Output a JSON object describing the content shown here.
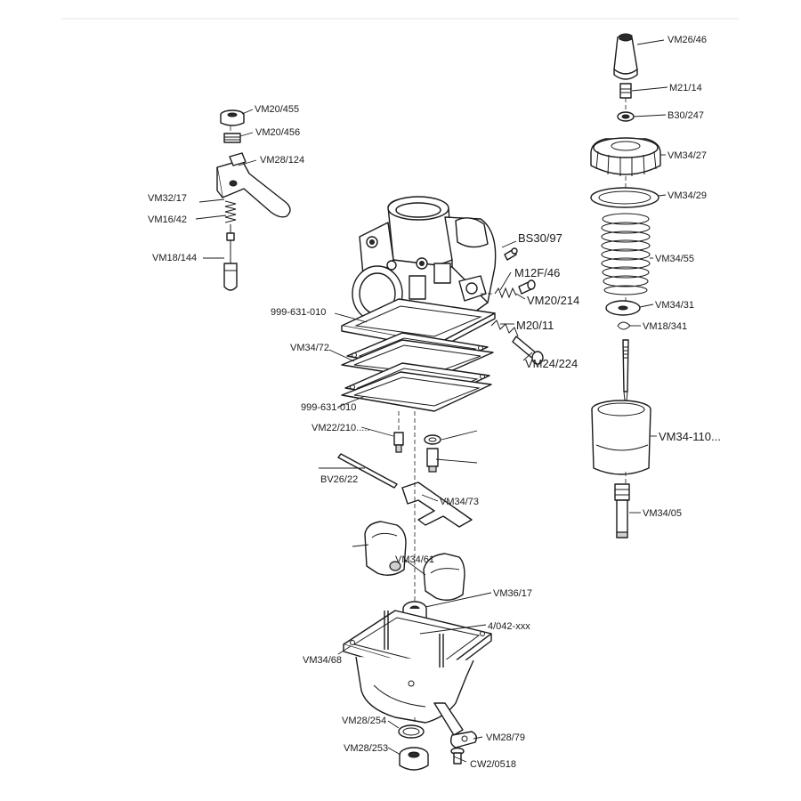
{
  "labels": {
    "vm20_455": "VM20/455",
    "vm20_456": "VM20/456",
    "vm28_124": "VM28/124",
    "vm32_17": "VM32/17",
    "vm16_42": "VM16/42",
    "vm18_144": "VM18/144",
    "bs30_97": "BS30/97",
    "m12f_46": "M12F/46",
    "vm20_214": "VM20/214",
    "m20_11": "M20/11",
    "vm24_224": "VM24/224",
    "gasket_top": "999-631-010",
    "vm34_72": "VM34/72",
    "gasket_bottom": "999-631-010",
    "vm22_210": "VM22/210.....",
    "bv26_22": "BV26/22",
    "vm34_73": "VM34/73",
    "vm34_61": "VM34/61",
    "vm36_17": "VM36/17",
    "n4_042": "4/042-xxx",
    "vm34_68": "VM34/68",
    "vm28_254": "VM28/254",
    "vm28_253": "VM28/253",
    "vm28_79": "VM28/79",
    "cw2_0518": "CW2/0518",
    "vm26_46": "VM26/46",
    "m21_14": "M21/14",
    "b30_247": "B30/247",
    "vm34_27": "VM34/27",
    "vm34_29": "VM34/29",
    "vm34_55": "VM34/55",
    "vm34_31": "VM34/31",
    "vm18_341": "VM18/341",
    "vm34_110": "VM34-110...",
    "vm34_05": "VM34/05"
  }
}
